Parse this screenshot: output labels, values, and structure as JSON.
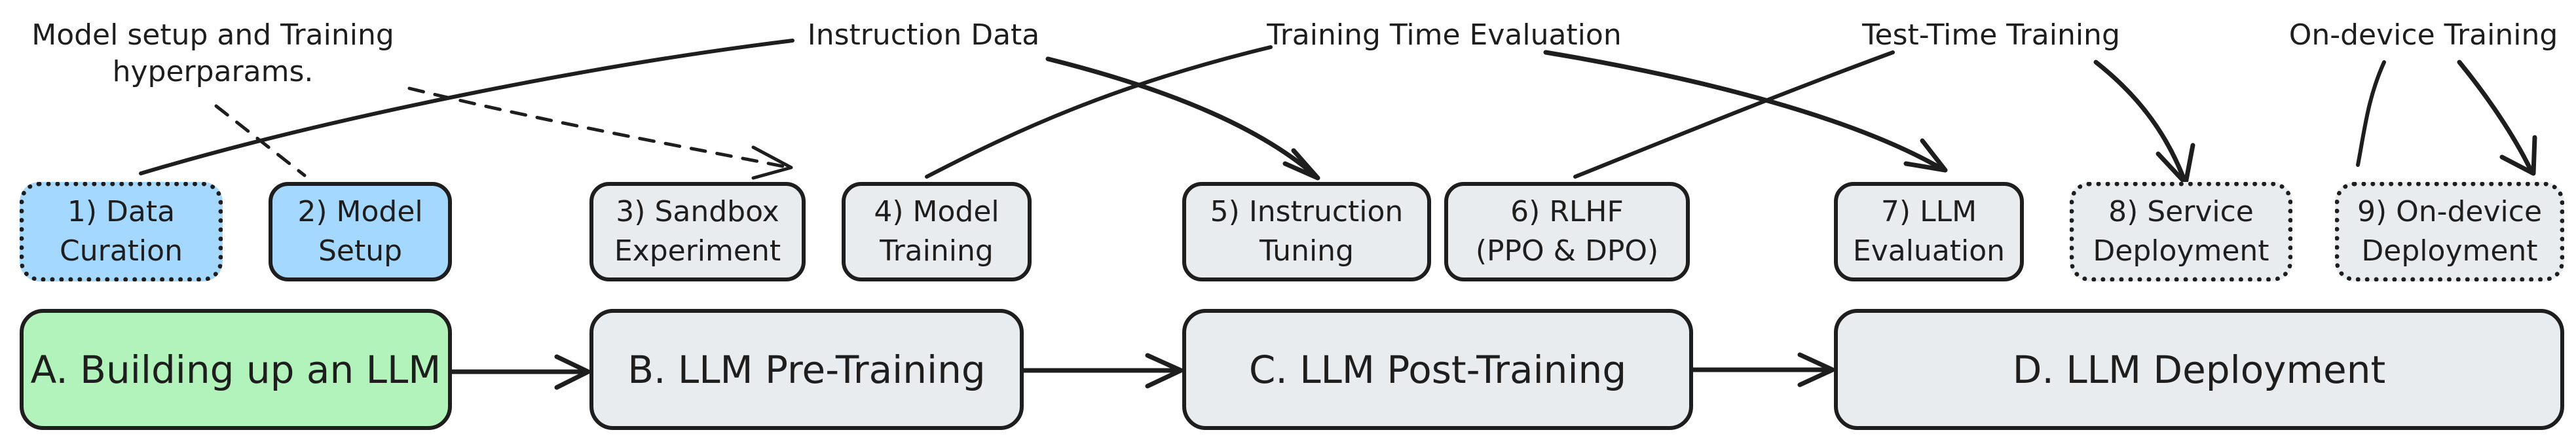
{
  "top_labels": {
    "model_setup": "Model setup and Training\nhyperparams.",
    "instruction_data": "Instruction Data",
    "training_time_eval": "Training Time Evaluation",
    "test_time_training": "Test-Time Training",
    "on_device_training": "On-device Training"
  },
  "steps": [
    "1) Data\nCuration",
    "2) Model\nSetup",
    "3) Sandbox\nExperiment",
    "4) Model\nTraining",
    "5) Instruction\nTuning",
    "6) RLHF\n(PPO & DPO)",
    "7) LLM\nEvaluation",
    "8) Service\nDeployment",
    "9) On-device\nDeployment"
  ],
  "stages": [
    "A. Building up an LLM",
    "B. LLM Pre-Training",
    "C. LLM Post-Training",
    "D. LLM Deployment"
  ],
  "colors": {
    "blue": "#a5d8ff",
    "green": "#b2f2bb",
    "gray": "#e9ecef",
    "stroke": "#1e1e1e"
  }
}
